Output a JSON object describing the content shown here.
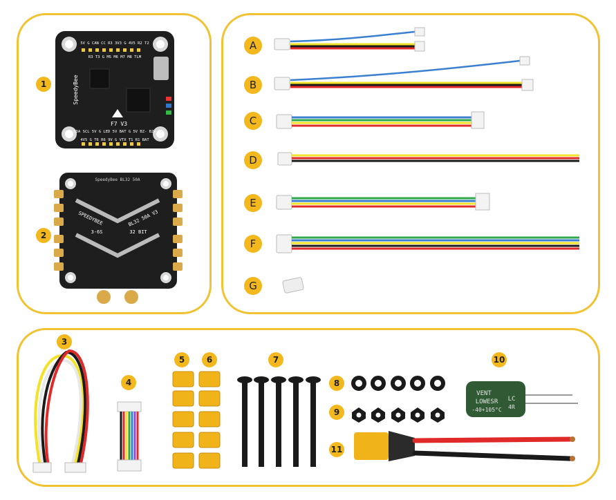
{
  "boards": {
    "fc_label": "1",
    "esc_label": "2",
    "fc_brand": "SpeedyBee",
    "fc_model": "F7 V3",
    "fc_pins_top": "5V G CAN CC R3 3V3 G 4V5 R2 T2",
    "fc_pins_top2": "R3 T3 G M5 M6 M7 M8 TLM",
    "fc_pins_bottom": "SDA SCL 5V G LED 5V BAT G 5V BZ- BZ+",
    "fc_pins_bottom2": "4V5 G T6 R6 9V G VTX T1 R1 BAT",
    "esc_title": "SpeedyBee BL32 50A",
    "esc_brand": "SPEEDYBEE",
    "esc_model": "BL32 50A V3",
    "esc_cells": "3-6S",
    "esc_bits": "32 BIT"
  },
  "cables": [
    {
      "label": "A"
    },
    {
      "label": "B"
    },
    {
      "label": "C"
    },
    {
      "label": "D"
    },
    {
      "label": "E"
    },
    {
      "label": "F"
    },
    {
      "label": "G"
    }
  ],
  "accessories": [
    {
      "label": "3"
    },
    {
      "label": "4"
    },
    {
      "label": "5"
    },
    {
      "label": "6"
    },
    {
      "label": "7"
    },
    {
      "label": "8"
    },
    {
      "label": "9"
    },
    {
      "label": "10"
    },
    {
      "label": "11"
    }
  ],
  "capacitor": {
    "brand": "VENT",
    "line1": "LOWESR",
    "line2": "-40+105°C",
    "side": "LC",
    "side2": "4R"
  },
  "colors": {
    "border": "#f1c232",
    "badge": "#f3b81e",
    "wire_red": "#e02a2a",
    "wire_black": "#1a1a1a",
    "wire_yellow": "#f2e22a",
    "wire_blue": "#3a7fd0",
    "wire_green": "#2fa84a",
    "xt60": "#f0b41a",
    "pcb": "#1e1e1e"
  }
}
